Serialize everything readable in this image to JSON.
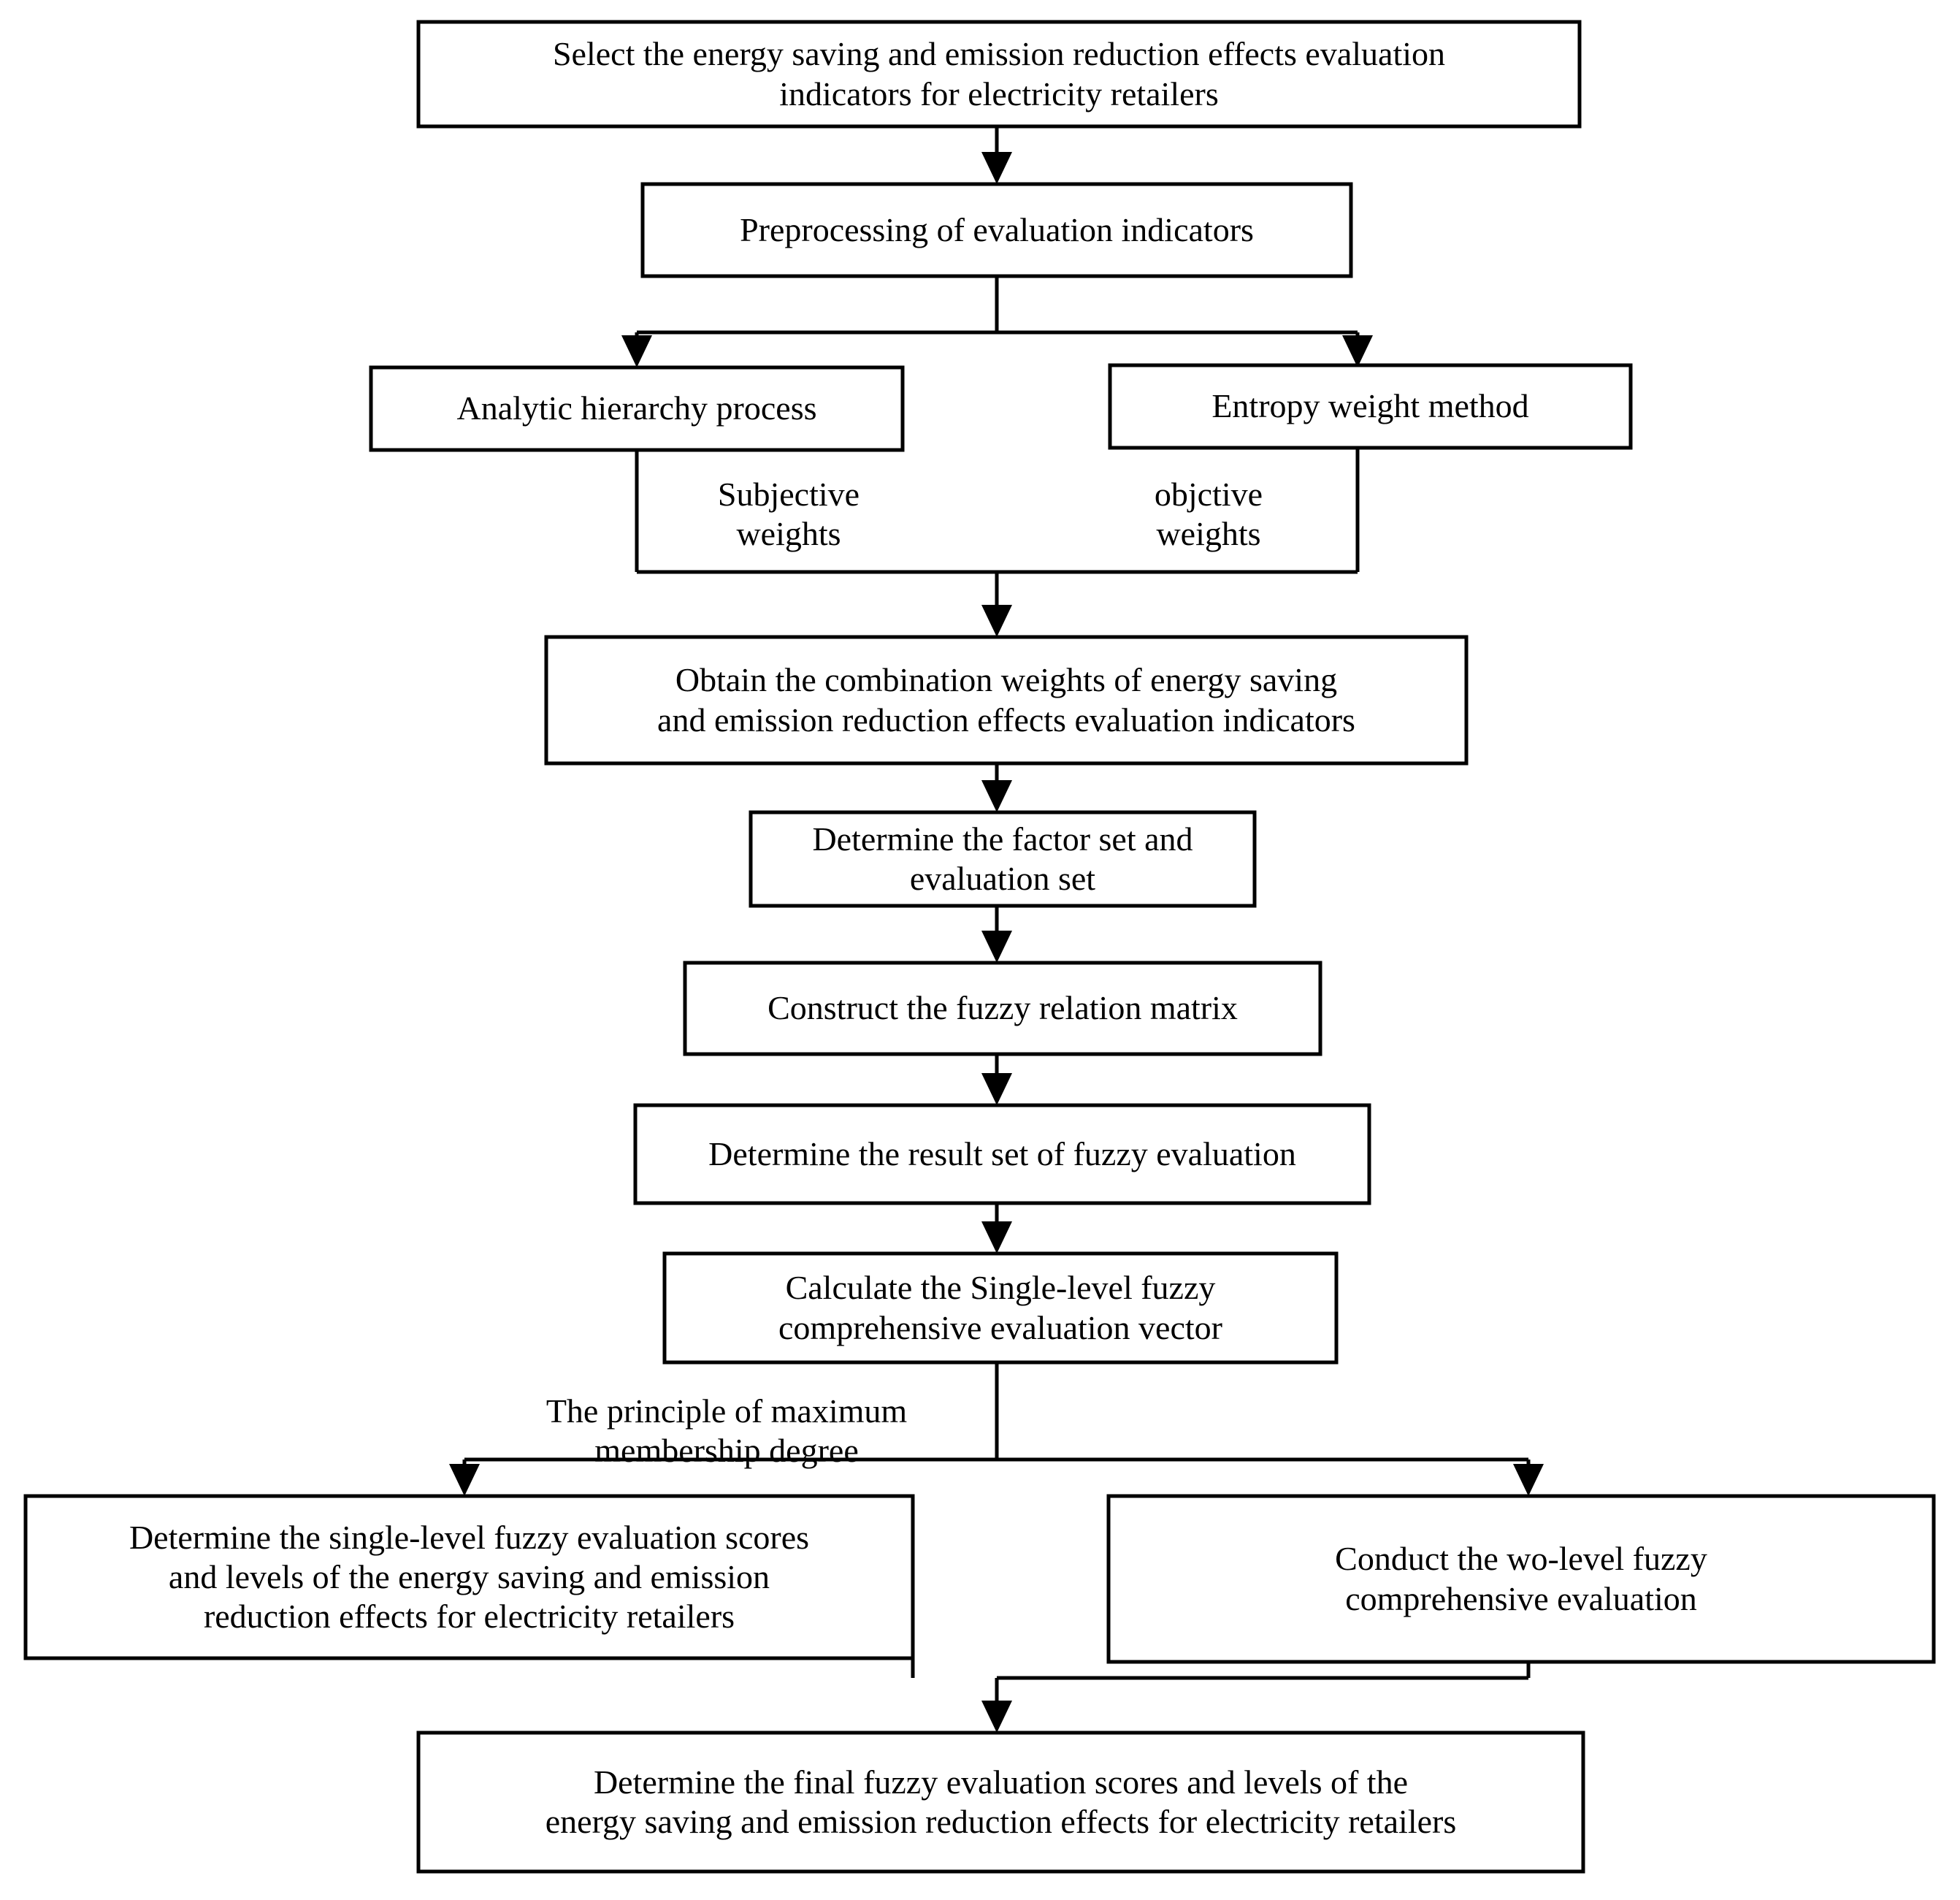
{
  "diagram": {
    "title": "Energy saving and emission reduction effects evaluation flowchart",
    "background_color": "#ffffff",
    "line_color": "#000000",
    "text_color": "#000000"
  },
  "nodes": {
    "select_indicators": "Select the  energy saving and emission reduction effects evaluation\nindicators for electricity retailers",
    "preprocessing": "Preprocessing of evaluation indicators",
    "ahp": "Analytic hierarchy process",
    "entropy": "Entropy weight method",
    "combination_weights": "Obtain the combination weights of energy saving\nand emission reduction effects evaluation indicators",
    "factor_set": "Determine the factor set and\nevaluation set",
    "fuzzy_matrix": "Construct the fuzzy relation matrix",
    "result_set": "Determine the result set of fuzzy evaluation",
    "single_level_vector": "Calculate the Single-level fuzzy\ncomprehensive evaluation vector",
    "single_level_scores": "Determine  the single-level  fuzzy evaluation scores\nand levels of the energy saving and emission\nreduction effects for electricity retailers",
    "two_level_eval": "Conduct the wo-level fuzzy\ncomprehensive evaluation",
    "final_scores": "Determine the final  fuzzy evaluation scores and levels of the\nenergy saving and emission reduction effects for electricity retailers"
  },
  "edge_labels": {
    "subjective_weights": "Subjective\nweights",
    "objective_weights": "objctive\nweights",
    "max_membership": "The principle of maximum\nmembership degree"
  }
}
